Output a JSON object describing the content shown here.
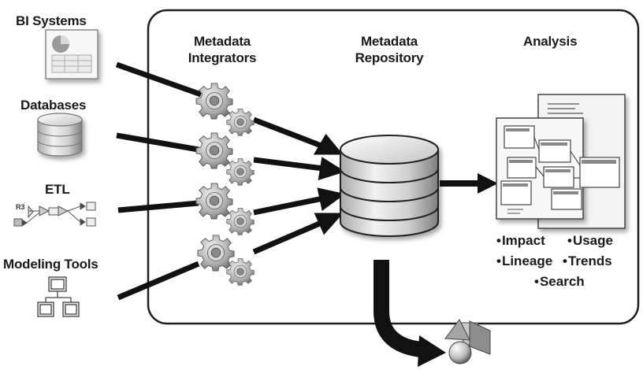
{
  "sources": {
    "bi_systems": "BI Systems",
    "databases": "Databases",
    "etl": "ETL",
    "modeling_tools": "Modeling Tools",
    "etl_tag": "R3"
  },
  "columns": {
    "integrators": "Metadata Integrators",
    "repository": "Metadata Repository",
    "analysis": "Analysis"
  },
  "analysis_items": [
    "Impact",
    "Usage",
    "Lineage",
    "Trends",
    "Search"
  ]
}
